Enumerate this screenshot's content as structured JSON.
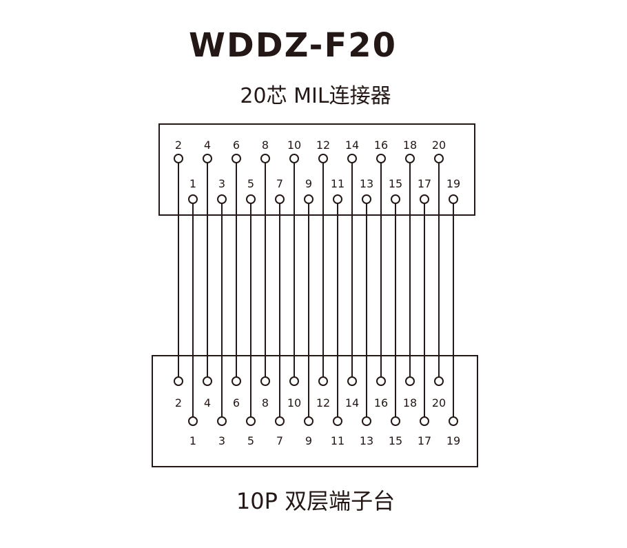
{
  "title": "WDDZ-F20",
  "subtitle": "20芯 MIL连接器",
  "footer": "10P 双层端子台",
  "colors": {
    "ink": "#231815",
    "background": "#ffffff"
  },
  "connector": {
    "even_pins": [
      "2",
      "4",
      "6",
      "8",
      "10",
      "12",
      "14",
      "16",
      "18",
      "20"
    ],
    "odd_pins": [
      "1",
      "3",
      "5",
      "7",
      "9",
      "11",
      "13",
      "15",
      "17",
      "19"
    ]
  },
  "terminal_block": {
    "even_pins": [
      "2",
      "4",
      "6",
      "8",
      "10",
      "12",
      "14",
      "16",
      "18",
      "20"
    ],
    "odd_pins": [
      "1",
      "3",
      "5",
      "7",
      "9",
      "11",
      "13",
      "15",
      "17",
      "19"
    ]
  }
}
